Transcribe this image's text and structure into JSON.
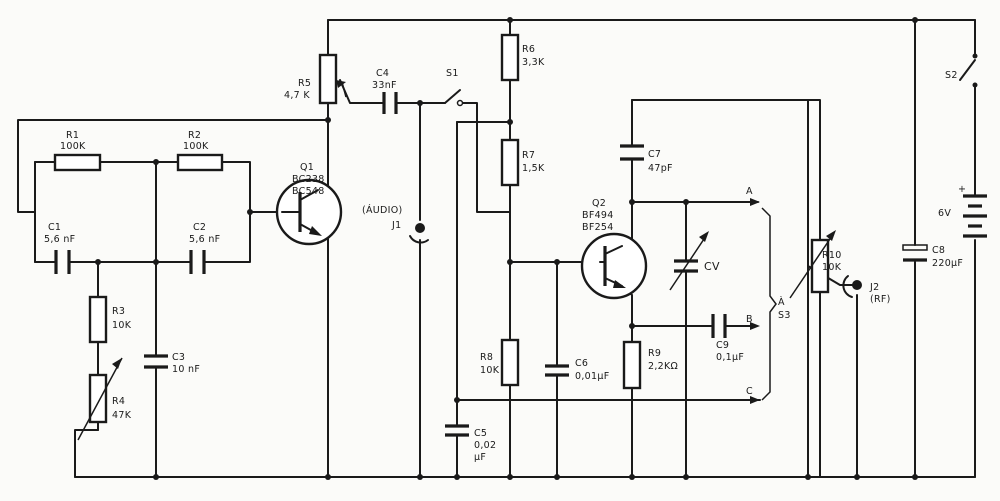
{
  "components": {
    "r1": {
      "ref": "R1",
      "value": "100K"
    },
    "r2": {
      "ref": "R2",
      "value": "100K"
    },
    "r3": {
      "ref": "R3",
      "value": "10K"
    },
    "r4": {
      "ref": "R4",
      "value": "47K"
    },
    "r5": {
      "ref": "R5",
      "value": "4,7 K"
    },
    "r6": {
      "ref": "R6",
      "value": "3,3K"
    },
    "r7": {
      "ref": "R7",
      "value": "1,5K"
    },
    "r8": {
      "ref": "R8",
      "value": "10K"
    },
    "r9": {
      "ref": "R9",
      "value": "2,2KΩ"
    },
    "r10": {
      "ref": "R10",
      "value": "10K"
    },
    "c1": {
      "ref": "C1",
      "value": "5,6 nF"
    },
    "c2": {
      "ref": "C2",
      "value": "5,6 nF"
    },
    "c3": {
      "ref": "C3",
      "value": "10 nF"
    },
    "c4": {
      "ref": "C4",
      "value": "33nF"
    },
    "c5": {
      "ref": "C5",
      "value": "0,02",
      "value2": "μF"
    },
    "c6": {
      "ref": "C6",
      "value": "0,01μF"
    },
    "c7": {
      "ref": "C7",
      "value": "47pF"
    },
    "c8": {
      "ref": "C8",
      "value": "220μF"
    },
    "c9": {
      "ref": "C9",
      "value": "0,1μF"
    },
    "cv": {
      "ref": "CV"
    },
    "q1": {
      "ref": "Q1",
      "type1": "BC238",
      "type2": "BC548"
    },
    "q2": {
      "ref": "Q2",
      "type1": "BF494",
      "type2": "BF254"
    },
    "s1": {
      "ref": "S1"
    },
    "s2": {
      "ref": "S2"
    },
    "s3": {
      "ref": "S3",
      "prefix": "À"
    },
    "j1": {
      "ref": "J1",
      "label": "(ÁUDIO)"
    },
    "j2": {
      "ref": "J2",
      "label": "(RF)"
    },
    "battery": {
      "value": "6V",
      "polarity": "+"
    },
    "taps": {
      "a": "A",
      "b": "B",
      "c": "C"
    }
  }
}
